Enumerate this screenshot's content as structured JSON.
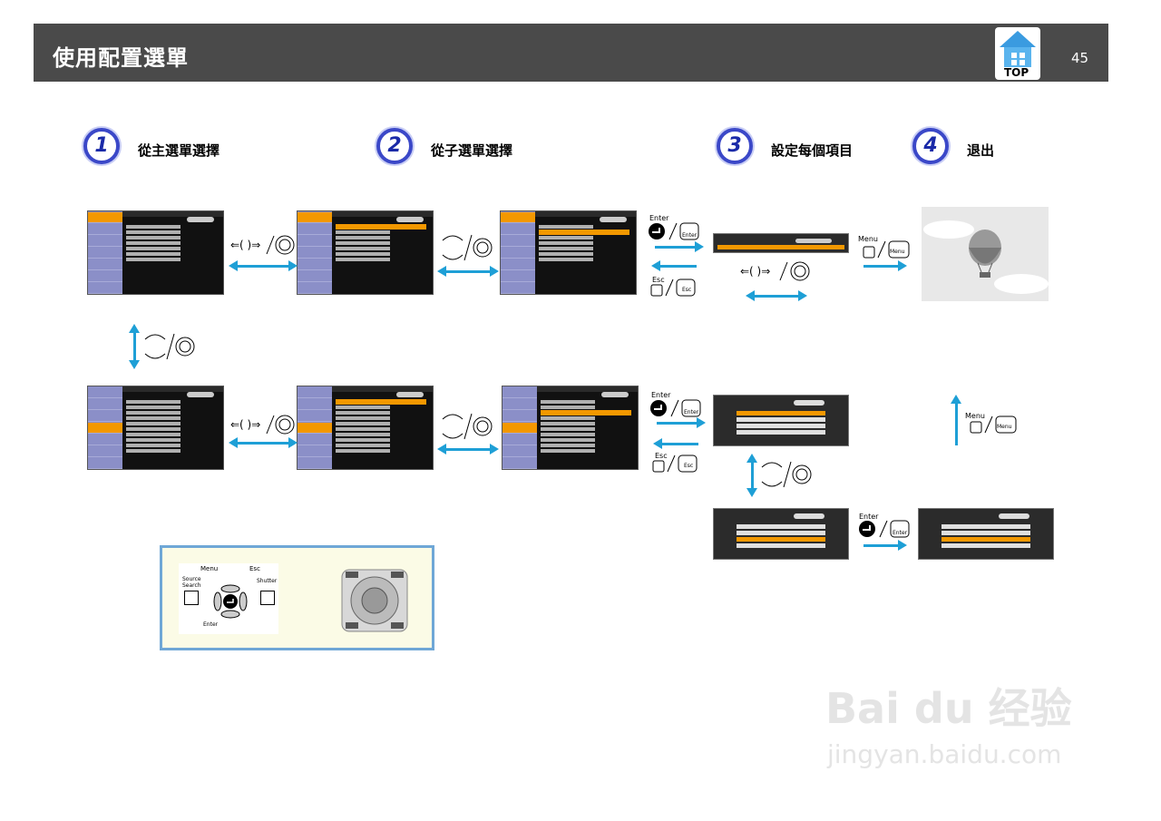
{
  "header": {
    "title": "使用配置選單",
    "page_number": "45",
    "top_label": "TOP"
  },
  "steps": [
    {
      "num": "1",
      "label": "從主選單選擇"
    },
    {
      "num": "2",
      "label": "從子選單選擇"
    },
    {
      "num": "3",
      "label": "設定每個項目"
    },
    {
      "num": "4",
      "label": "退出"
    }
  ],
  "keys": {
    "enter": "Enter",
    "esc": "Esc",
    "menu": "Menu"
  },
  "remote": {
    "menu": "Menu",
    "esc": "Esc",
    "source_search": "Source Search",
    "shutter": "Shutter",
    "enter": "Enter"
  },
  "watermark": {
    "line1": "Bai du 经验",
    "line2": "jingyan.baidu.com"
  },
  "colors": {
    "accent_blue": "#1e9fd6",
    "menu_orange": "#f39800",
    "header": "#4a4a4a"
  }
}
